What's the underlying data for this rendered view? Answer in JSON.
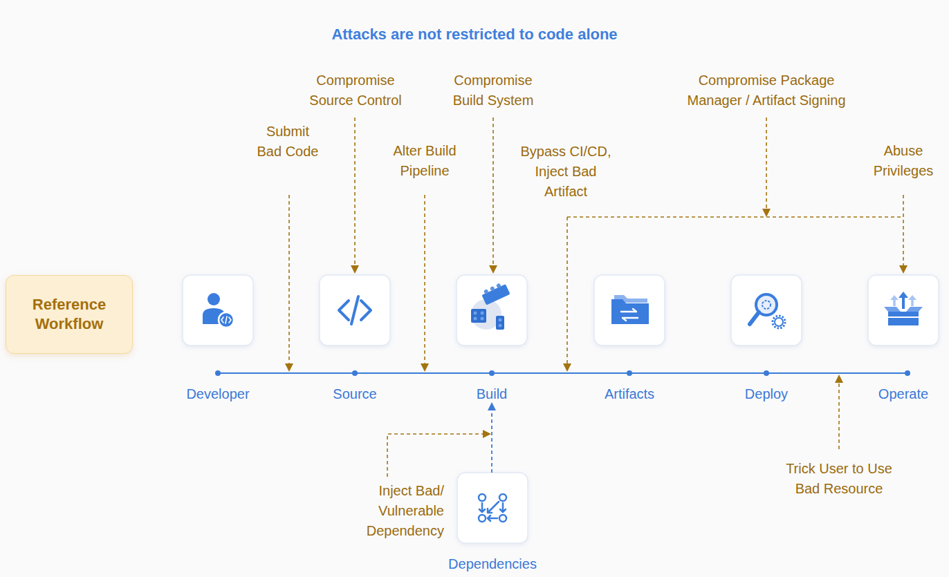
{
  "diagram": {
    "title": "Attacks are not restricted to code alone",
    "nodes": [
      {
        "text": [
          "Reference Workflow"
        ]
      },
      {
        "text": [
          "Developer"
        ]
      },
      {
        "text": [
          "Source"
        ]
      },
      {
        "text": [
          "Build"
        ]
      },
      {
        "text": [
          "Artifacts"
        ]
      },
      {
        "text": [
          "Deploy"
        ]
      },
      {
        "text": [
          "Operate"
        ]
      },
      {
        "text": [
          "Dependencies"
        ]
      }
    ],
    "edges": [
      {
        "from": 7,
        "to": 3,
        "arrow": "to"
      }
    ],
    "labels": [
      "Compromise Package Manager / Artifact Signing",
      "Compromise Source Control",
      "Compromise Build System",
      "Submit Bad Code",
      "Alter Build Pipeline",
      "Bypass CI/CD, Inject Bad Artifact",
      "Abuse Privileges",
      "Inject Bad/ Vulnerable Dependency",
      "Trick User to Use Bad Resource"
    ]
  }
}
